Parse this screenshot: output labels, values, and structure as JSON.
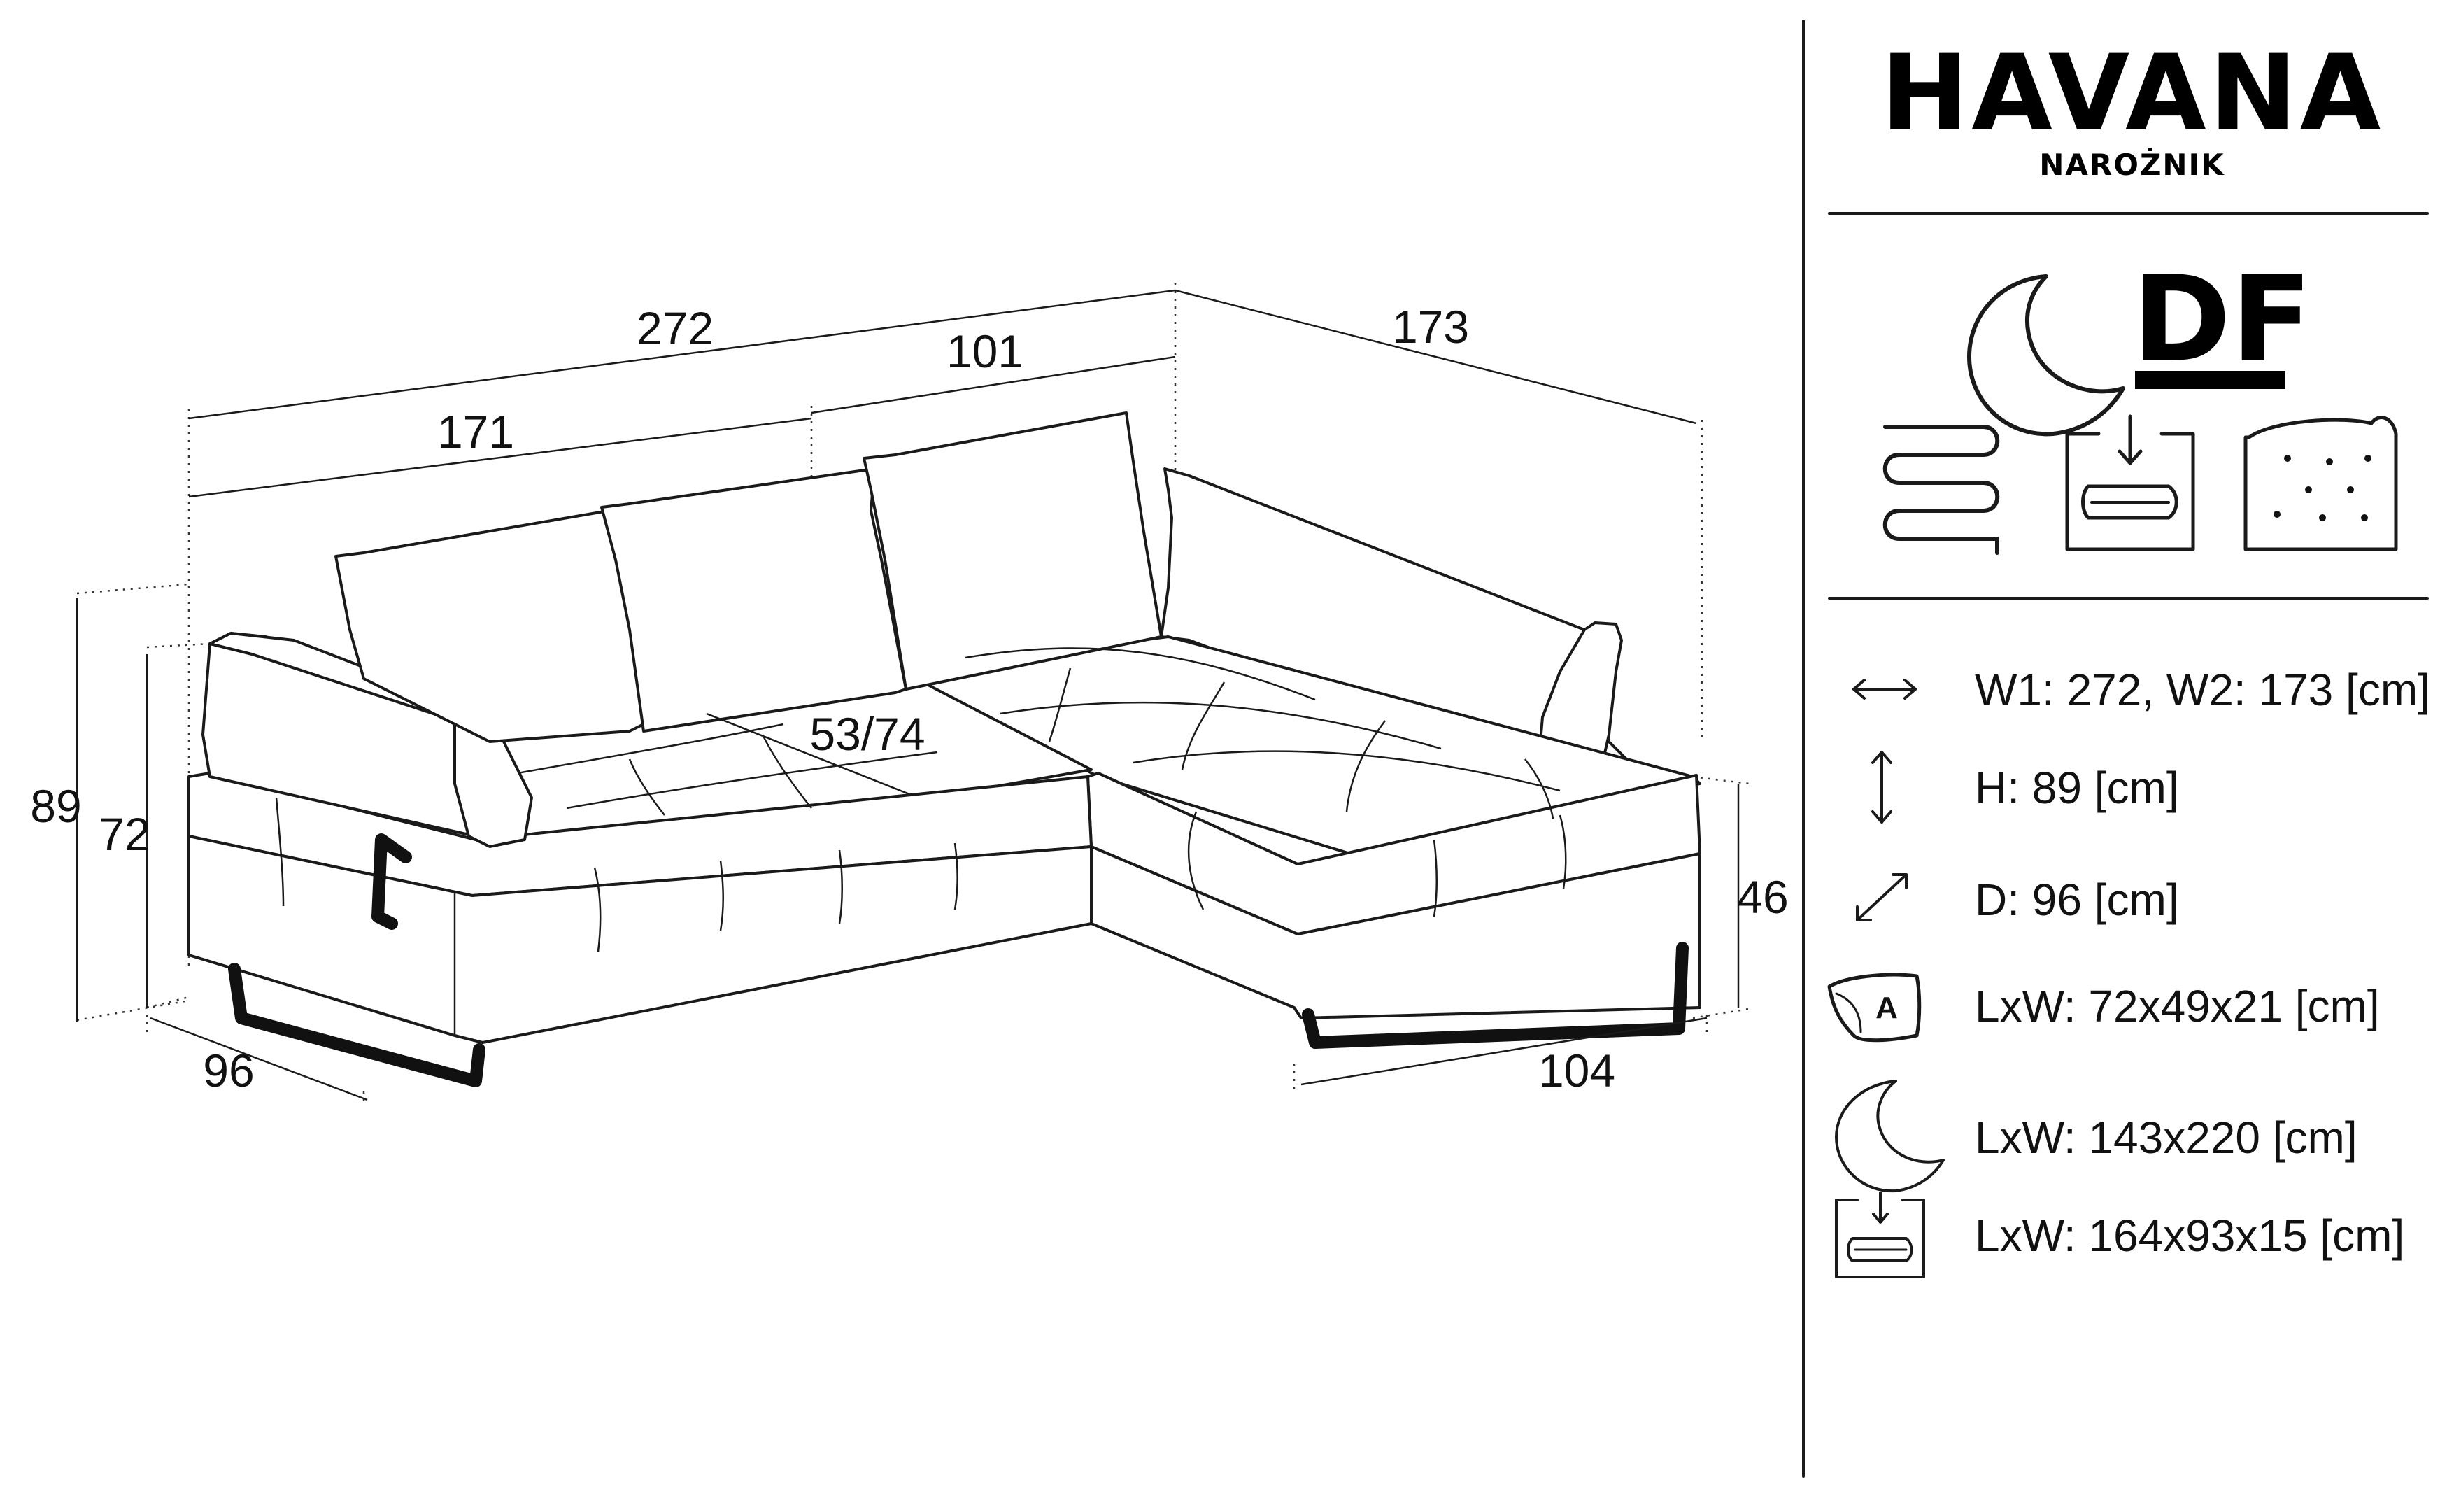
{
  "header": {
    "model_name": "HAVANA",
    "product_type": "NAROŻNIK",
    "function_code": "DF"
  },
  "feature_icons": [
    "sleep-function-moon-icon",
    "df-label",
    "spring-icon",
    "storage-container-icon",
    "foam-seat-icon"
  ],
  "diagram_dimensions": {
    "total_width": "272",
    "left_section_width": "171",
    "right_back_width": "101",
    "chaise_length": "173",
    "total_height": "89",
    "armrest_height": "72",
    "seat_height": "46",
    "depth": "96",
    "chaise_width": "104",
    "seat_depth": "53/74"
  },
  "specs": [
    {
      "icon": "width-arrows-icon",
      "text": "W1: 272, W2: 173 [cm]"
    },
    {
      "icon": "height-arrows-icon",
      "text": "H: 89 [cm]"
    },
    {
      "icon": "depth-arrows-icon",
      "text": "D: 96 [cm]"
    },
    {
      "icon": "cushion-a-icon",
      "icon_label": "A",
      "text": "LxW: 72x49x21 [cm]"
    },
    {
      "icon": "sleep-moon-icon",
      "text": "LxW: 143x220 [cm]"
    },
    {
      "icon": "storage-box-icon",
      "text": "LxW: 164x93x15 [cm]"
    }
  ]
}
